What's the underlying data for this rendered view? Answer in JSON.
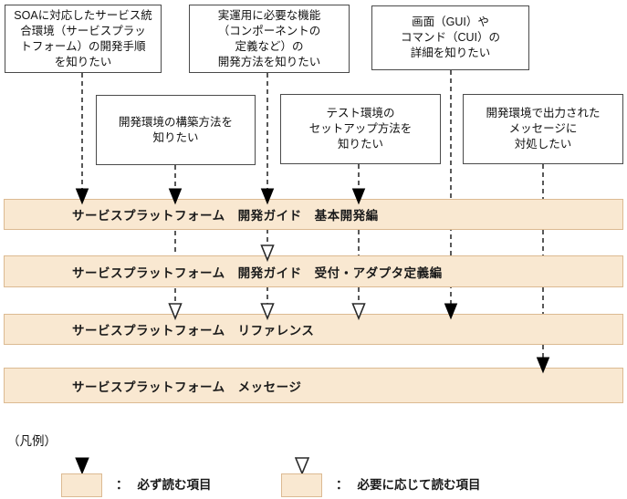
{
  "diagram": {
    "boxes": [
      {
        "id": "soa",
        "label": "SOAに対応したサービス統\n合環境（サービスプラッ\nトフォーム）の開発手順\nを知りたい"
      },
      {
        "id": "build",
        "label": "開発環境の構築方法を\n知りたい"
      },
      {
        "id": "ops",
        "label": "実運用に必要な機能\n（コンポーネントの\n定義など）の\n開発方法を知りたい"
      },
      {
        "id": "test",
        "label": "テスト環境の\nセットアップ方法を\n知りたい"
      },
      {
        "id": "gui",
        "label": "画面（GUI）や\nコマンド（CUI）の\n詳細を知りたい"
      },
      {
        "id": "msg",
        "label": "開発環境で出力された\nメッセージに\n対処したい"
      }
    ],
    "bars": [
      {
        "id": "basic",
        "label": "サービスプラットフォーム　開発ガイド　基本開発編"
      },
      {
        "id": "adapter",
        "label": "サービスプラットフォーム　開発ガイド　受付・アダプタ定義編"
      },
      {
        "id": "reference",
        "label": "サービスプラットフォーム　リファレンス"
      },
      {
        "id": "message",
        "label": "サービスプラットフォーム　メッセージ"
      }
    ],
    "connections": [
      {
        "source": "soa",
        "target": "basic",
        "type": "must"
      },
      {
        "source": "build",
        "target": "basic",
        "type": "must"
      },
      {
        "source": "build",
        "target": "reference",
        "type": "optional"
      },
      {
        "source": "ops",
        "target": "basic",
        "type": "must"
      },
      {
        "source": "ops",
        "target": "adapter",
        "type": "optional"
      },
      {
        "source": "ops",
        "target": "reference",
        "type": "optional"
      },
      {
        "source": "test",
        "target": "basic",
        "type": "must"
      },
      {
        "source": "test",
        "target": "reference",
        "type": "optional"
      },
      {
        "source": "gui",
        "target": "reference",
        "type": "must"
      },
      {
        "source": "msg",
        "target": "message",
        "type": "must"
      }
    ],
    "legend": {
      "title": "（凡例）",
      "items": [
        {
          "type": "must",
          "separator": "：",
          "label": "必ず読む項目"
        },
        {
          "type": "optional",
          "separator": "：",
          "label": "必要に応じて読む項目"
        }
      ]
    },
    "colors": {
      "bar_fill": "#F9E8D1",
      "bar_border": "#DCBA92",
      "box_border": "#4a4a4a",
      "line": "#3c3c3c",
      "arrow_must": "#000000",
      "arrow_optional_fill": "#ffffff"
    }
  }
}
